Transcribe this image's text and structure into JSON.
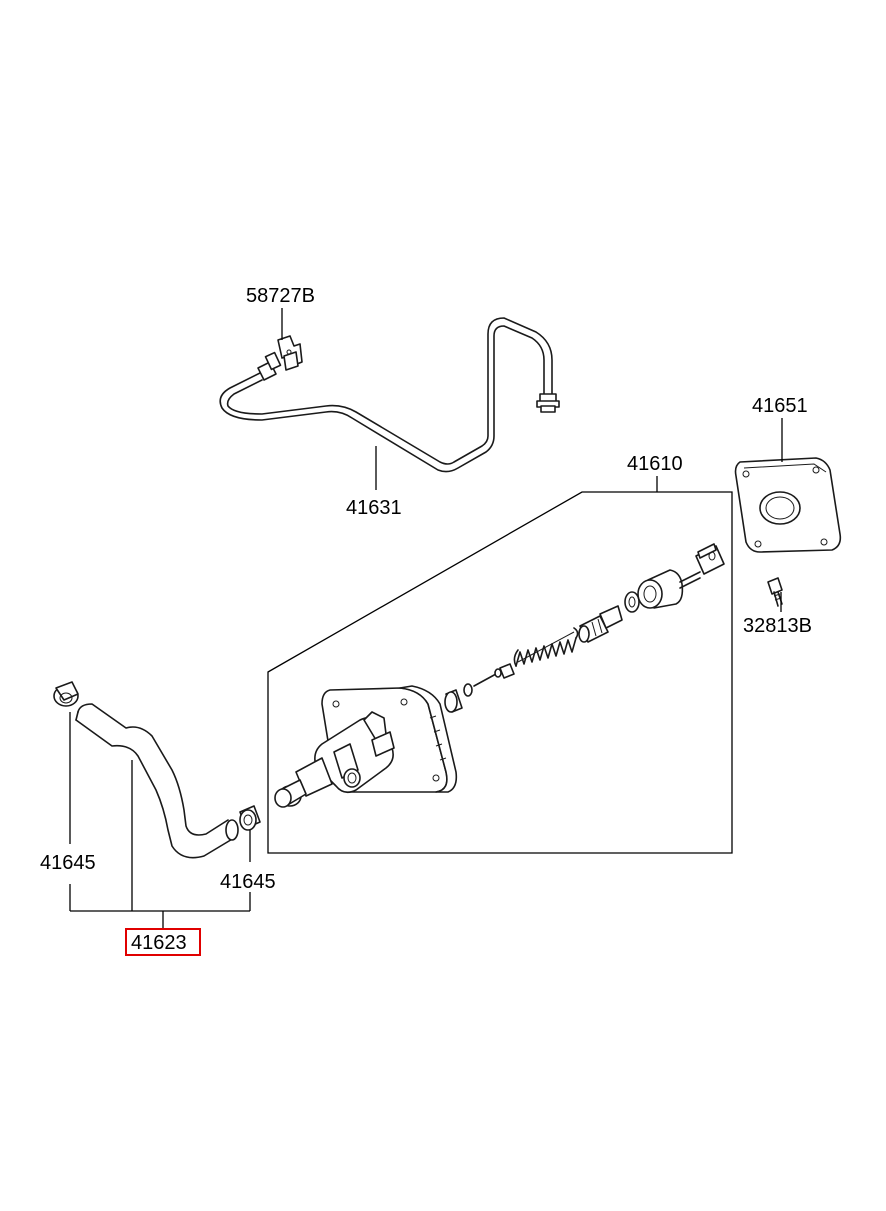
{
  "parts": {
    "bracket": {
      "code": "58727B"
    },
    "tube": {
      "code": "41631"
    },
    "gasket": {
      "code": "41651"
    },
    "master_cylinder": {
      "code": "41610"
    },
    "bolt": {
      "code": "32813B"
    },
    "clamp_left": {
      "code": "41645"
    },
    "clamp_right": {
      "code": "41645"
    },
    "hose_assembly": {
      "code": "41623",
      "highlight_color": "#e00000"
    }
  }
}
